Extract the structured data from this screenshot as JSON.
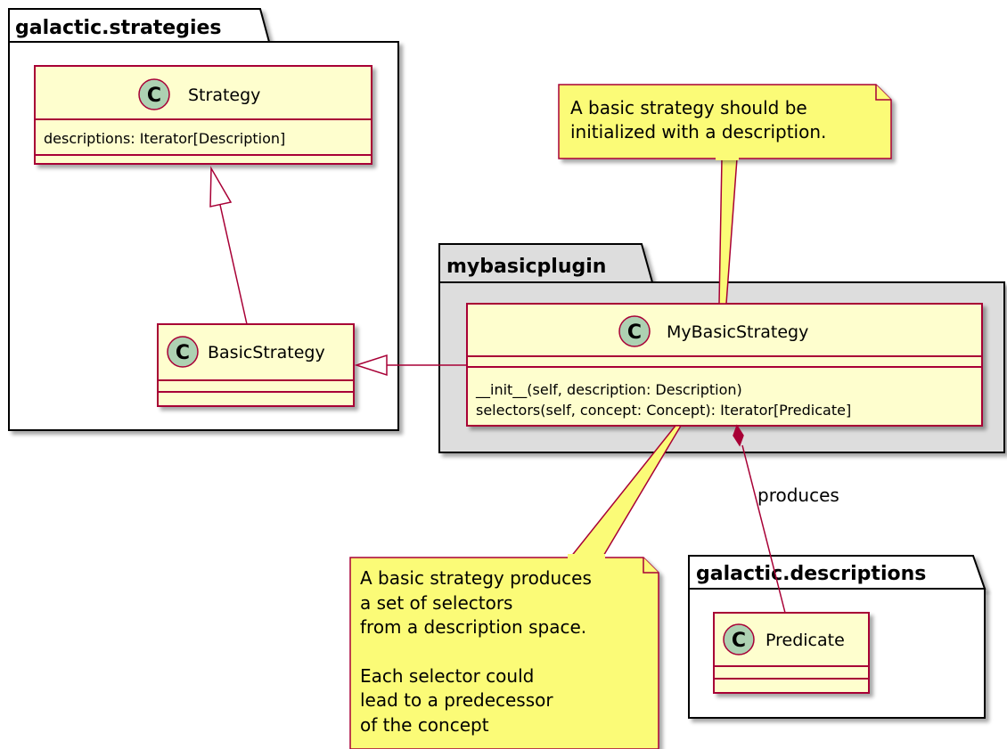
{
  "packages": {
    "strategies": {
      "title": "galactic.strategies"
    },
    "plugin": {
      "title": "mybasicplugin"
    },
    "descriptions": {
      "title": "galactic.descriptions"
    }
  },
  "classes": {
    "strategy": {
      "stereotype_letter": "C",
      "name": "Strategy",
      "attributes": [
        "descriptions: Iterator[Description]"
      ]
    },
    "basic_strategy": {
      "stereotype_letter": "C",
      "name": "BasicStrategy",
      "attributes": []
    },
    "my_basic_strategy": {
      "stereotype_letter": "C",
      "name": "MyBasicStrategy",
      "methods": [
        "__init__(self, description: Description)",
        "selectors(self, concept: Concept): Iterator[Predicate]"
      ]
    },
    "predicate": {
      "stereotype_letter": "C",
      "name": "Predicate",
      "attributes": []
    }
  },
  "notes": {
    "top": {
      "lines": [
        "A basic strategy should be",
        "initialized with a description."
      ]
    },
    "bottom": {
      "lines": [
        "A basic strategy produces",
        "a set of selectors",
        "from a description space.",
        "",
        "Each selector could",
        "lead to a predecessor",
        "of the concept"
      ]
    }
  },
  "edges": {
    "produces": {
      "label": "produces"
    }
  },
  "colors": {
    "class_fill": "#FEFECE",
    "class_border": "#A80036",
    "package_border": "#000000",
    "plugin_fill": "#DDDDDD",
    "note_fill": "#FBFB77",
    "circle_fill": "#ADD1B2",
    "shadow": "#BBBBBB"
  }
}
